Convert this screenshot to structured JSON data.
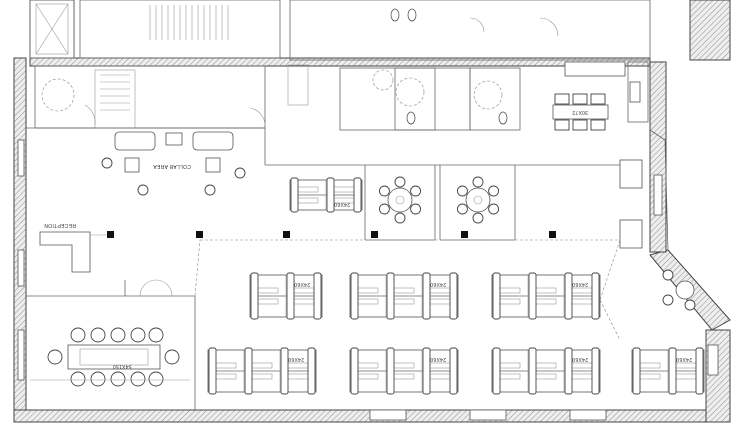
{
  "plan": {
    "rooms": {
      "collab_area": "COLLAB AREA",
      "reception": "RECEPTION"
    },
    "furniture_labels": {
      "conference_table": "54X150",
      "kitchen_table": "30X72",
      "workstation": "24X60"
    }
  }
}
